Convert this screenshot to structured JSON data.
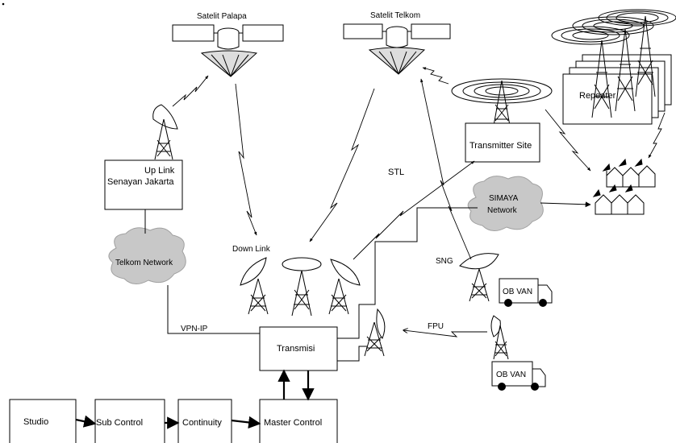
{
  "labels": {
    "satelit_palapa": "Satelit Palapa",
    "satelit_telkom": "Satelit Telkom",
    "repeater": "Repeater",
    "transmitter_site": "Transmitter Site",
    "stl": "STL",
    "simaya_line1": "SIMAYA",
    "simaya_line2": "Network",
    "uplink_line1": "Up Link",
    "uplink_line2": "Senayan Jakarta",
    "telkom_network": "Telkom Network",
    "down_link": "Down Link",
    "sng": "SNG",
    "ob_van_1": "OB VAN",
    "ob_van_2": "OB VAN",
    "fpu": "FPU",
    "vpn_ip": "VPN-IP",
    "transmisi": "Transmisi",
    "studio": "Studio",
    "sub_control": "Sub Control",
    "continuity": "Continuity",
    "master_control": "Master Control"
  },
  "colors": {
    "line": "#000000",
    "cloud": "#c8c8c8",
    "box_fill": "#ffffff"
  }
}
